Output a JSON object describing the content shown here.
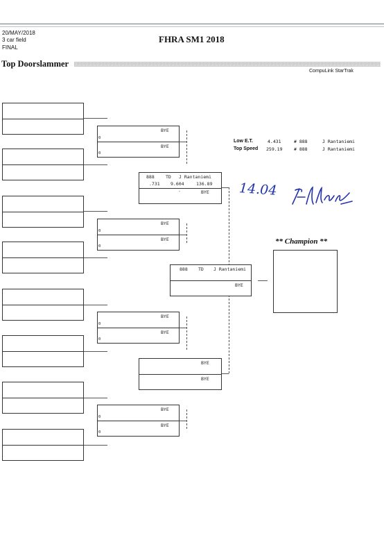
{
  "header": {
    "date": "20/MAY/2018",
    "field": "3 car field",
    "round": "FINAL",
    "event_title": "FHRA SM1 2018",
    "class_name": "Top Doorslammer",
    "system": "CompuLink StarTrak"
  },
  "round1": [
    {
      "lane1": "",
      "lane2": ""
    },
    {
      "lane1": "",
      "lane2": ""
    },
    {
      "lane1": "",
      "lane2": ""
    },
    {
      "lane1": "",
      "lane2": ""
    },
    {
      "lane1": "",
      "lane2": ""
    },
    {
      "lane1": "",
      "lane2": ""
    },
    {
      "lane1": "",
      "lane2": ""
    },
    {
      "lane1": "",
      "lane2": ""
    }
  ],
  "round2": [
    {
      "top": "BYE",
      "bottom": "BYE",
      "top_zero": "0",
      "bottom_zero": "0"
    },
    {
      "top": "BYE",
      "bottom": "BYE",
      "top_zero": "0",
      "bottom_zero": "0"
    },
    {
      "top": "BYE",
      "bottom": "BYE",
      "top_zero": "0",
      "bottom_zero": "0"
    },
    {
      "top": "BYE",
      "bottom": "BYE",
      "top_zero": "0",
      "bottom_zero": "0"
    }
  ],
  "semis": [
    {
      "car": "888",
      "cls": "TD",
      "driver": "J Rantaniemi",
      "rt": ".731",
      "et": "9.604",
      "mph": "136.89",
      "bottom": "BYE",
      "dot": "."
    },
    {
      "top": "BYE",
      "bottom": "BYE"
    }
  ],
  "final": {
    "car": "888",
    "cls": "TD",
    "driver": "J Rantaniemi",
    "bottom": "BYE"
  },
  "records": {
    "low_et_label": "Low  E.T.",
    "low_et_value": "4.431",
    "low_et_car": "# 888",
    "low_et_driver": "J Rantaniemi",
    "top_speed_label": "Top Speed",
    "top_speed_value": "259.19",
    "top_speed_car": "# 888",
    "top_speed_driver": "J Rantaniemi"
  },
  "champion_label": "** Champion **",
  "handwritten_time": "14.04",
  "colors": {
    "ink": "#2233aa",
    "lines": "#333333"
  }
}
